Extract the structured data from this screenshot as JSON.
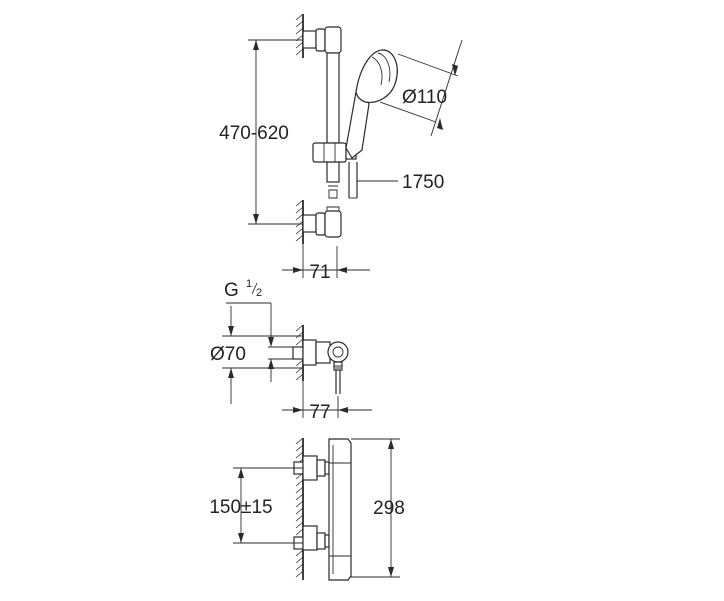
{
  "dimensions": {
    "rail_height": "470-620",
    "head_diameter": "Ø110",
    "hose_length": "1750",
    "rail_projection": "71",
    "thread_prefix": "G",
    "thread_num": "1",
    "thread_den": "2",
    "elbow_diameter": "Ø70",
    "elbow_projection": "77",
    "inlet_spacing": "150±15",
    "thermostat_height": "298"
  }
}
